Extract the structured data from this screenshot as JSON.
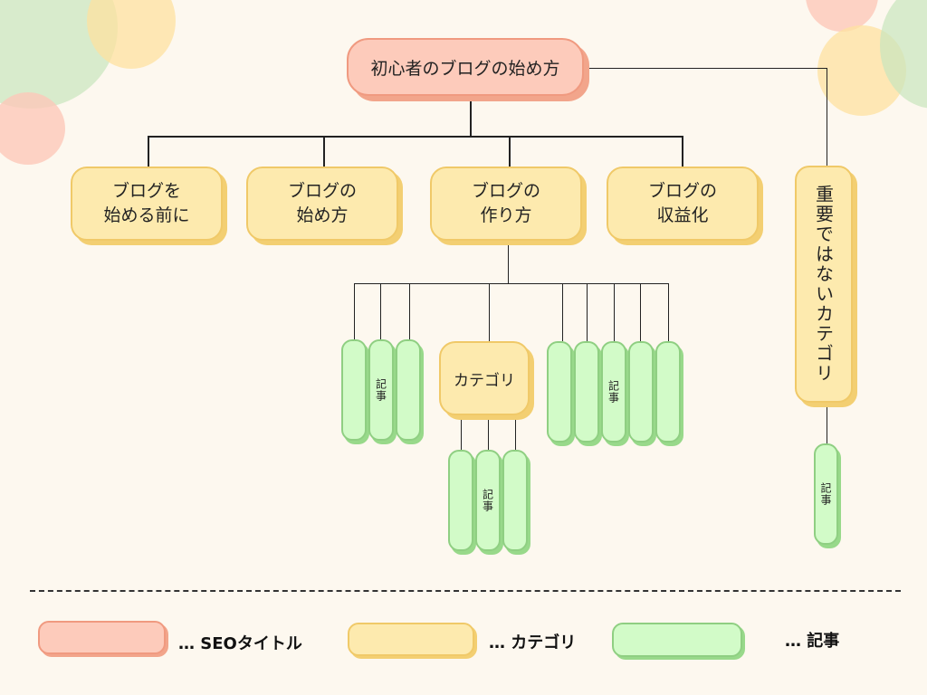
{
  "title": "初心者のブログの始め方",
  "categories": [
    {
      "label": "ブログを\n始める前に"
    },
    {
      "label": "ブログの\n始め方"
    },
    {
      "label": "ブログの\n作り方"
    },
    {
      "label": "ブログの\n収益化"
    }
  ],
  "unimportant_category": {
    "label": "重要ではないカテゴリ"
  },
  "subcategory": {
    "label": "カテゴリ"
  },
  "article_label": "記事",
  "groups": {
    "left_articles": 3,
    "right_articles": 5,
    "sub_articles": 3,
    "unimportant_articles": 1
  },
  "legend": [
    {
      "label": "… SEOタイトル",
      "kind": "seo"
    },
    {
      "label": "… カテゴリ",
      "kind": "category"
    },
    {
      "label": "… 記事",
      "kind": "article"
    }
  ],
  "colors": {
    "background": "#fdf8ef",
    "seo_fill": "#fdcbbb",
    "category_fill": "#fdeaae",
    "article_fill": "#d2fbc8"
  }
}
